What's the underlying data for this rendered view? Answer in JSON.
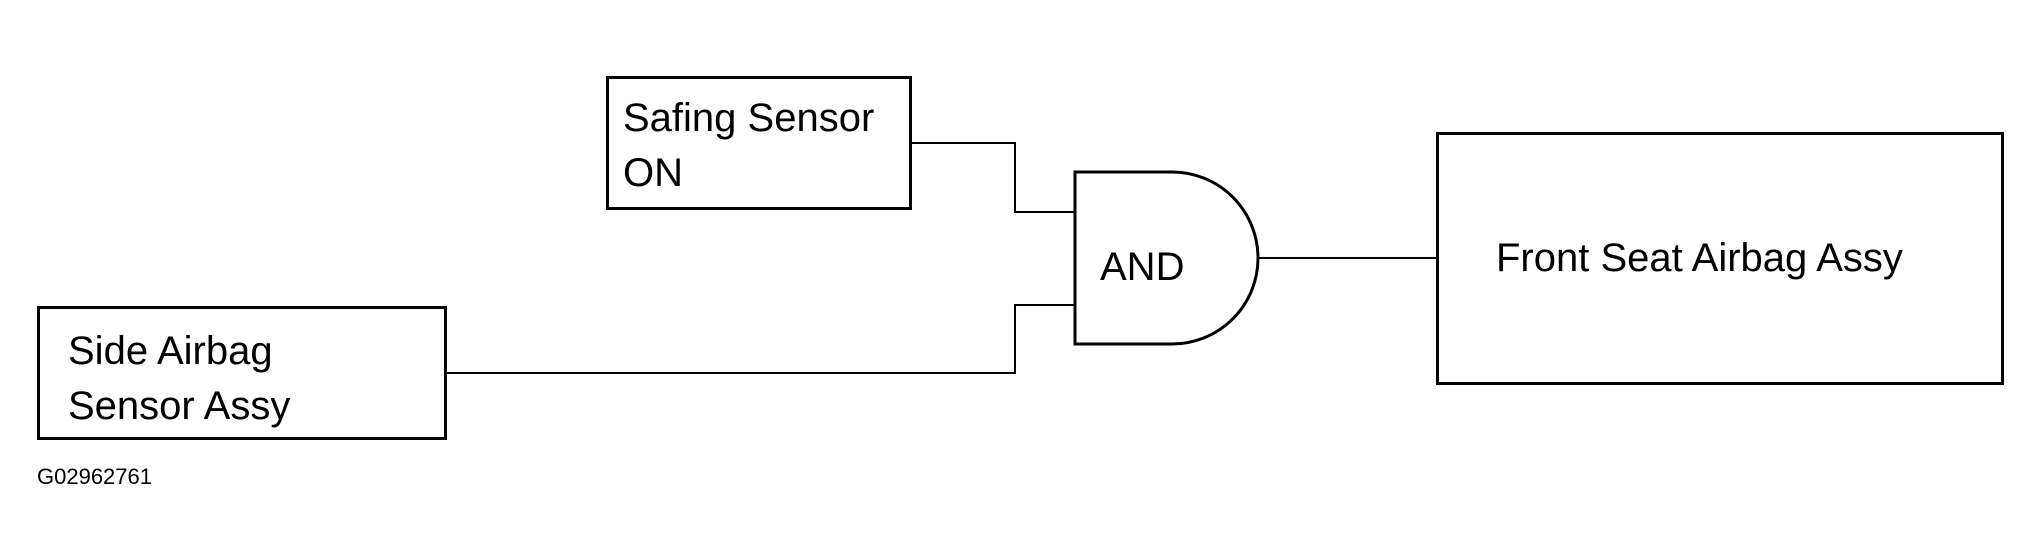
{
  "safing_sensor": {
    "line1": "Safing Sensor",
    "line2": "ON"
  },
  "side_airbag_sensor": {
    "line1": "Side Airbag",
    "line2": "Sensor Assy"
  },
  "and_gate": {
    "label": "AND"
  },
  "front_seat_airbag": {
    "label": "Front Seat Airbag Assy"
  },
  "figure_code": "G02962761",
  "colors": {
    "stroke": "#000000",
    "background": "#ffffff"
  }
}
